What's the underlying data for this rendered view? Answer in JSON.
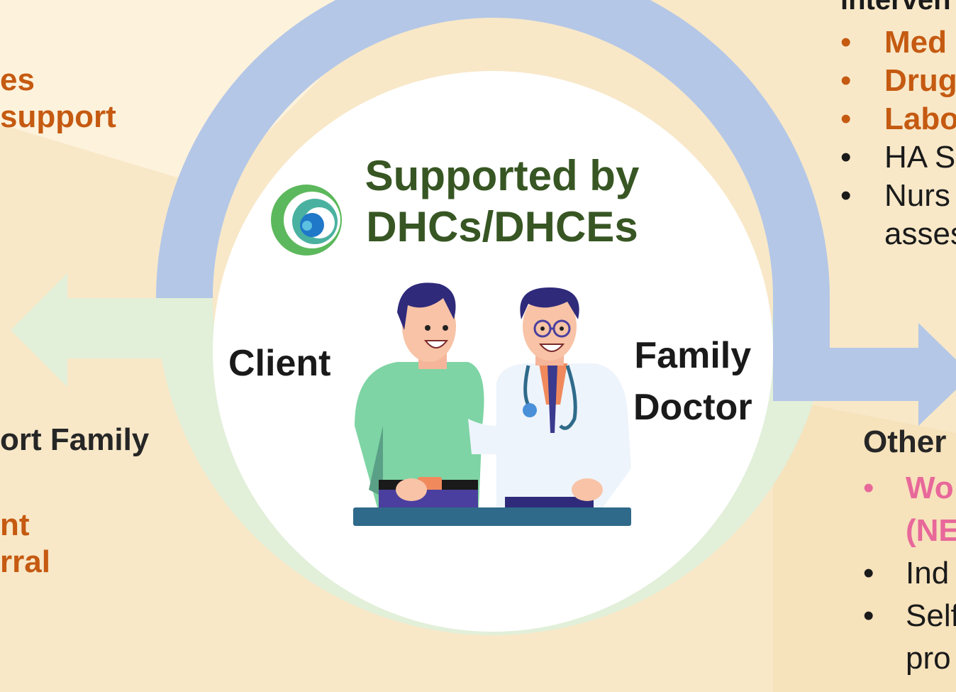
{
  "center": {
    "title_line1": "Supported by",
    "title_line2": "DHCs/DHCEs",
    "client_label": "Client",
    "doctor_label_line1": "Family",
    "doctor_label_line2": "Doctor"
  },
  "left_panel": {
    "line1": "es",
    "line2": "support",
    "line3": "ort Family",
    "line4": "nt",
    "line5": "rral"
  },
  "right_top": {
    "heading": "interven",
    "items": [
      {
        "text": "Med",
        "style": "orange"
      },
      {
        "text": "Drug",
        "style": "orange"
      },
      {
        "text": "Labo",
        "style": "orange"
      },
      {
        "text": "HA S",
        "style": "dark"
      },
      {
        "text": "Nurs",
        "style": "dark",
        "continuation": "asses"
      }
    ]
  },
  "right_bottom": {
    "heading": "Other",
    "items": [
      {
        "text": "Wo",
        "style": "pink",
        "continuation": "(NE"
      },
      {
        "text": "Ind",
        "style": "dark"
      },
      {
        "text": "Self",
        "style": "dark",
        "continuation": "pro"
      }
    ]
  },
  "colors": {
    "background": "#f8e8c8",
    "blue_arrow": "#b4c7e7",
    "green_arrow": "#e2efd9",
    "title_green": "#375623",
    "orange_text": "#c55a11",
    "pink_text": "#e8689a"
  },
  "icons": [
    "dhc-logo-icon",
    "client-illustration",
    "doctor-illustration"
  ]
}
